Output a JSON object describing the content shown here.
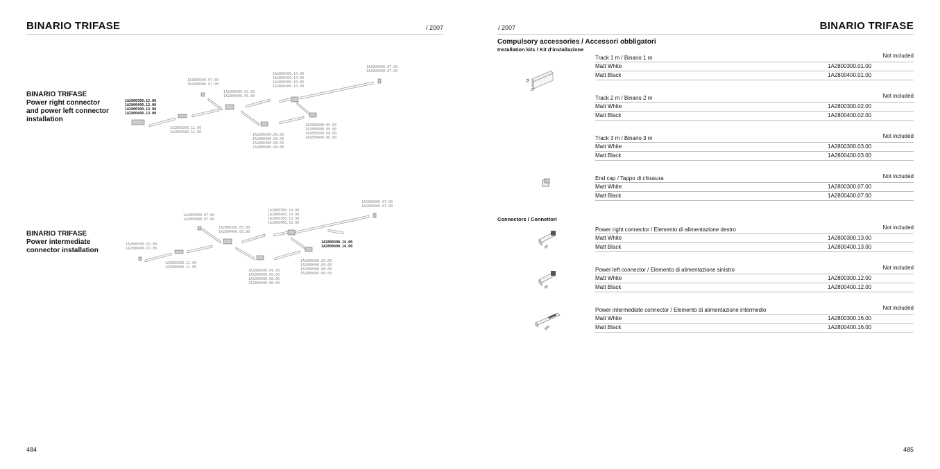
{
  "left_page": {
    "title": "BINARIO TRIFASE",
    "year": "/ 2007",
    "page_number": "484",
    "sections": [
      {
        "heading": [
          "BINARIO TRIFASE",
          "Power right connector",
          "and power left connector",
          "installation"
        ],
        "labels": [
          {
            "lines": [
              "1A2800300.12.00",
              "1A2800400.12.00",
              "1A2800300.13.00",
              "1A2800400.13.00"
            ],
            "bold": true
          },
          {
            "lines": [
              "1A2800300.07.00",
              "1A2800400.07.00"
            ]
          },
          {
            "lines": [
              "1A2800300.05.00",
              "1A2800400.05.00"
            ]
          },
          {
            "lines": [
              "1A2800300.14.00",
              "1A2800400.14.00",
              "1A2800300.10.00",
              "1A2800400.10.00"
            ]
          },
          {
            "lines": [
              "1A2800300.07.00",
              "1A2800400.07.00"
            ]
          },
          {
            "lines": [
              "1A2800300.11.00",
              "1A2800400.11.00"
            ]
          },
          {
            "lines": [
              "1A2800300.09.00",
              "1A2800400.09.00",
              "1A2800300.08.00",
              "1A2800400.08.00"
            ]
          },
          {
            "lines": [
              "1A2800300.09.00",
              "1A2800400.09.00",
              "1A2800300.08.00",
              "1A2800400.08.00"
            ]
          }
        ]
      },
      {
        "heading": [
          "BINARIO TRIFASE",
          "Power intermediate",
          "connector installation"
        ],
        "labels": [
          {
            "lines": [
              "1A2800300.07.00",
              "1A2800400.07.00"
            ]
          },
          {
            "lines": [
              "1A2800300.07.00",
              "1A2800400.07.00"
            ]
          },
          {
            "lines": [
              "1A2800300.05.00",
              "1A2800400.05.00"
            ]
          },
          {
            "lines": [
              "1A2800300.14.00",
              "1A2800400.14.00",
              "1A2800300.10.00",
              "1A2800400.10.00"
            ]
          },
          {
            "lines": [
              "1A2800300.07.00",
              "1A2800400.07.00"
            ]
          },
          {
            "lines": [
              "1A2800300.16.00",
              "1A2800400.16.00"
            ],
            "bold": true
          },
          {
            "lines": [
              "1A2800300.11.00",
              "1A2800400.11.00"
            ]
          },
          {
            "lines": [
              "1A2800300.09.00",
              "1A2800400.09.00",
              "1A2800300.08.00",
              "1A2800400.08.00"
            ]
          },
          {
            "lines": [
              "1A2800300.09.00",
              "1A2800400.09.00",
              "1A2800300.08.00",
              "1A2800400.08.00"
            ]
          }
        ]
      }
    ]
  },
  "right_page": {
    "year": "/ 2007",
    "title": "BINARIO TRIFASE",
    "page_number": "485",
    "section_title": "Compulsory accessories / Accessori obbligatori",
    "installation_kits_label": "Installation kits / Kit d'installazione",
    "connectors_label": "Connectors / Connettori",
    "groups": [
      {
        "name": "Track 1 m / Binario 1 m",
        "note": "Not included",
        "dims": [
          "58",
          "37"
        ],
        "rows": [
          {
            "finish": "Matt White",
            "code": "1A2800300.01.00"
          },
          {
            "finish": "Matt Black",
            "code": "1A2800400.01.00"
          }
        ]
      },
      {
        "name": "Track 2 m / Binario 2 m",
        "note": "Not included",
        "rows": [
          {
            "finish": "Matt White",
            "code": "1A2800300.02.00"
          },
          {
            "finish": "Matt Black",
            "code": "1A2800400.02.00"
          }
        ]
      },
      {
        "name": "Track 3 m / Binario 3 m",
        "note": "Not included",
        "rows": [
          {
            "finish": "Matt White",
            "code": "1A2800300.03.00"
          },
          {
            "finish": "Matt Black",
            "code": "1A2800400.03.00"
          }
        ]
      },
      {
        "name": "End cap / Tappo di chiusura",
        "note": "Not included",
        "rows": [
          {
            "finish": "Matt White",
            "code": "1A2800300.07.00"
          },
          {
            "finish": "Matt Black",
            "code": "1A2800400.07.00"
          }
        ]
      },
      {
        "name": "Power right connector / Elemento di alimentazione destro",
        "note": "Not included",
        "dims": [
          "90"
        ],
        "rows": [
          {
            "finish": "Matt White",
            "code": "1A2800300.13.00"
          },
          {
            "finish": "Matt Black",
            "code": "1A2800400.13.00"
          }
        ]
      },
      {
        "name": "Power left connector / Elemento di alimentazione sinistro",
        "note": "Not included",
        "dims": [
          "90"
        ],
        "rows": [
          {
            "finish": "Matt White",
            "code": "1A2800300.12.00"
          },
          {
            "finish": "Matt Black",
            "code": "1A2800400.12.00"
          }
        ]
      },
      {
        "name": "Power intermediate connector / Elemento di alimentazione intermedio",
        "note": "Not included",
        "dims": [
          "200"
        ],
        "rows": [
          {
            "finish": "Matt White",
            "code": "1A2800300.16.00"
          },
          {
            "finish": "Matt Black",
            "code": "1A2800400.16.00"
          }
        ]
      }
    ]
  }
}
